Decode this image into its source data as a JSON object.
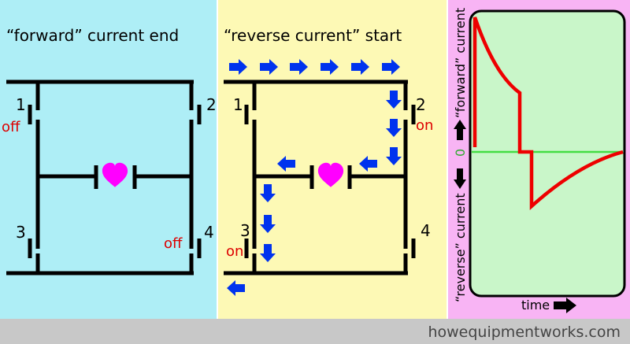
{
  "panels": {
    "left": {
      "title": "“forward” current end",
      "switches": [
        {
          "number": "1",
          "state": "off"
        },
        {
          "number": "2",
          "state": ""
        },
        {
          "number": "3",
          "state": ""
        },
        {
          "number": "4",
          "state": "off"
        }
      ]
    },
    "middle": {
      "title": "“reverse current” start",
      "switches": [
        {
          "number": "1",
          "state": ""
        },
        {
          "number": "2",
          "state": "on"
        },
        {
          "number": "3",
          "state": "on"
        },
        {
          "number": "4",
          "state": ""
        }
      ]
    },
    "right": {
      "ylabel_top": "“forward” current",
      "ylabel_zero": "0",
      "ylabel_bottom": "“reverse” current",
      "xlabel": "time"
    }
  },
  "footer": {
    "website": "howequipmentworks.com"
  },
  "colors": {
    "left_bg": "#aeeef6",
    "middle_bg": "#fdf9b5",
    "right_bg": "#f8b4f4",
    "plot_bg": "#c9f6c9",
    "footer_bg": "#c8c8c8",
    "wire": "#000000",
    "heart": "#ff00ff",
    "arrow": "#0033ee",
    "state_text": "#dd0000",
    "current_line": "#ee0000",
    "zero_line": "#44dd44",
    "zero_label": "#33aa33"
  },
  "icons": [
    "heart-icon",
    "arrow-icon",
    "arrow-right-icon",
    "arrow-up-icon",
    "arrow-down-icon"
  ]
}
